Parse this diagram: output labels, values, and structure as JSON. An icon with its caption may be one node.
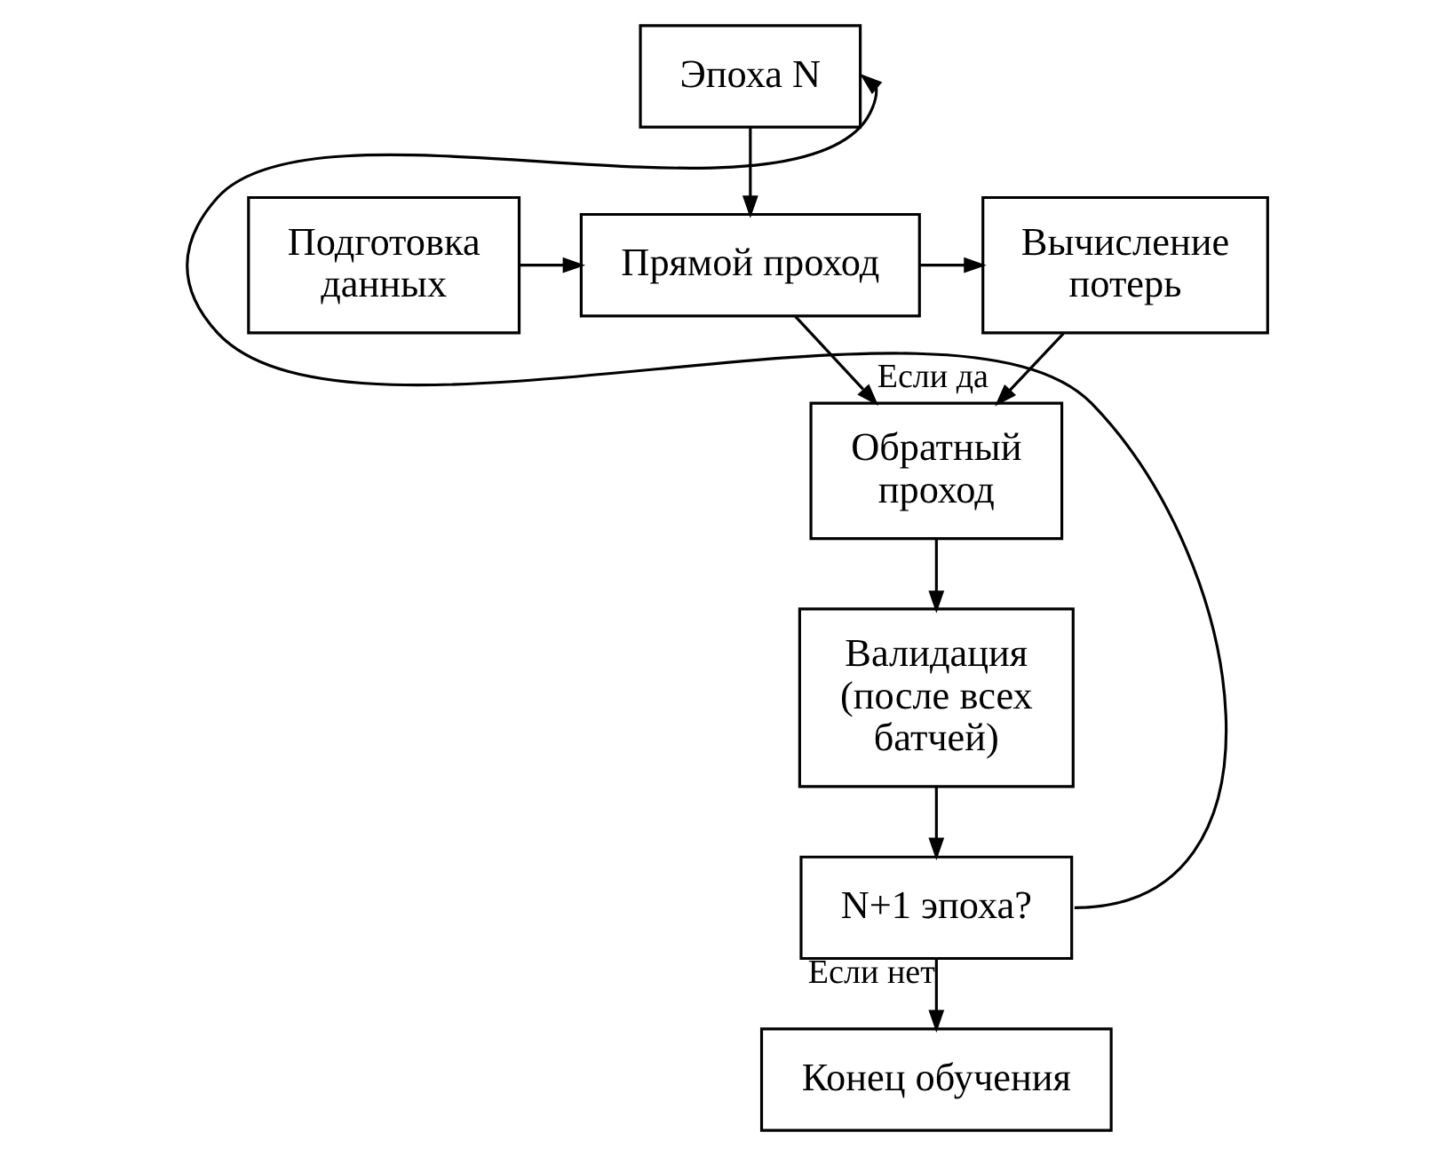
{
  "diagram": {
    "nodes": [
      {
        "text": [
          "Эпоха N"
        ]
      },
      {
        "text": [
          "Подготовка данных"
        ]
      },
      {
        "text": [
          "Прямой проход"
        ]
      },
      {
        "text": [
          "Вычисление потерь"
        ]
      },
      {
        "text": [
          "Обратный проход"
        ]
      },
      {
        "text": [
          "Валидация (после всех батчей)"
        ]
      },
      {
        "text": [
          "N+1 эпоха?"
        ]
      },
      {
        "text": [
          "Конец обучения"
        ]
      }
    ],
    "edges": [
      {
        "from": 0,
        "to": 2,
        "arrow": "to"
      },
      {
        "from": 1,
        "to": 2,
        "arrow": "to"
      },
      {
        "from": 2,
        "to": 3,
        "arrow": "to"
      },
      {
        "from": 2,
        "to": 4,
        "arrow": "to"
      },
      {
        "from": 3,
        "to": 4,
        "arrow": "to"
      },
      {
        "from": 4,
        "to": 5,
        "arrow": "to"
      },
      {
        "from": 5,
        "to": 6,
        "arrow": "to"
      },
      {
        "from": 6,
        "to": 0,
        "arrow": "to",
        "label": "Если да"
      },
      {
        "from": 6,
        "to": 7,
        "arrow": "to",
        "label": "Если нет"
      }
    ]
  }
}
